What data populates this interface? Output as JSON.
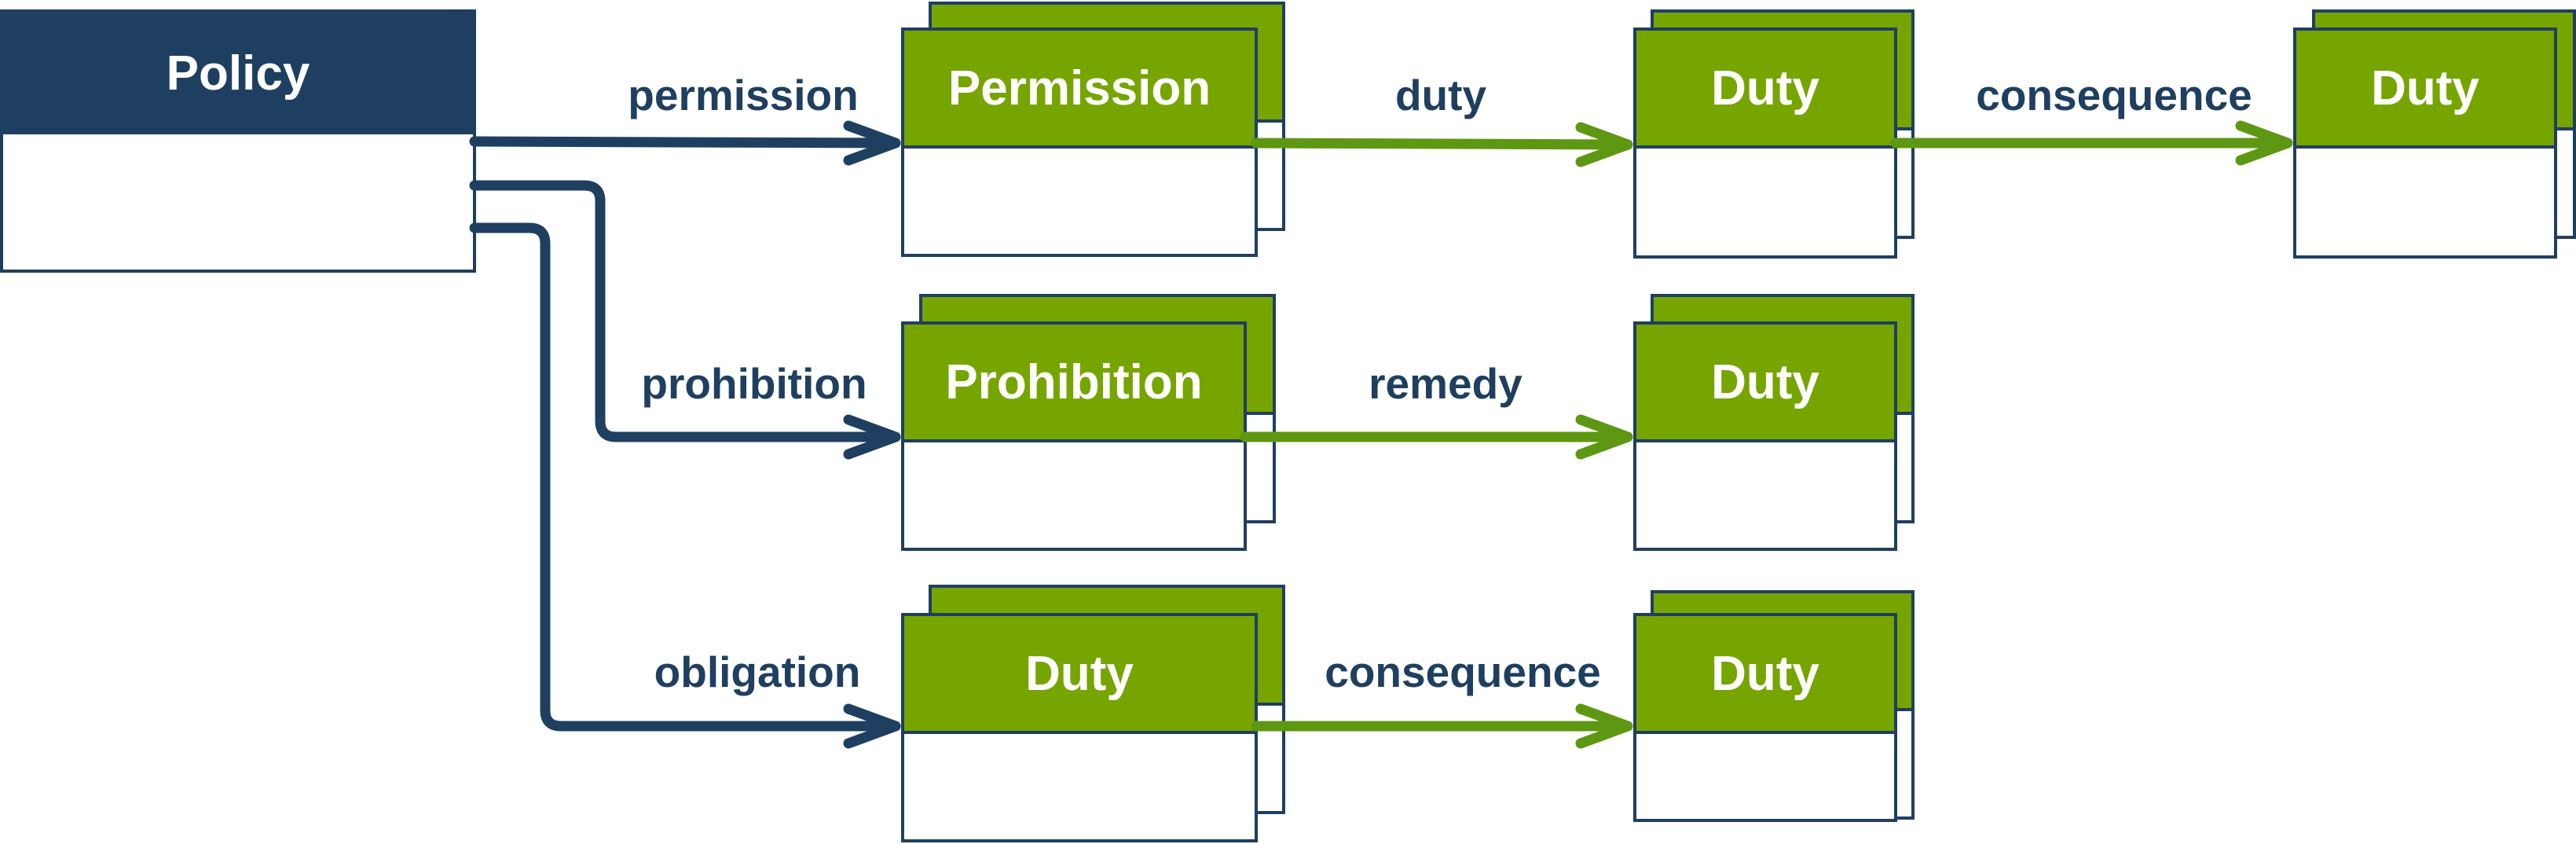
{
  "colors": {
    "policy_header": "#1f3f60",
    "rule_header": "#76a500",
    "policy_edge": "#1f3f60",
    "duty_edge": "#5e9712",
    "border": "#1f3f60",
    "label": "#1f3f60",
    "body_fill": "#ffffff"
  },
  "nodes": {
    "policy": {
      "title": "Policy",
      "kind": "policy-class"
    },
    "permission": {
      "title": "Permission",
      "kind": "stacked-class"
    },
    "permission_duty": {
      "title": "Duty",
      "kind": "stacked-class"
    },
    "permission_duty_consequence": {
      "title": "Duty",
      "kind": "stacked-class"
    },
    "prohibition": {
      "title": "Prohibition",
      "kind": "stacked-class"
    },
    "prohibition_remedy": {
      "title": "Duty",
      "kind": "stacked-class"
    },
    "obligation": {
      "title": "Duty",
      "kind": "stacked-class"
    },
    "obligation_consequence": {
      "title": "Duty",
      "kind": "stacked-class"
    }
  },
  "edges": {
    "permission": {
      "label": "permission",
      "from": "Policy",
      "to": "Permission"
    },
    "duty": {
      "label": "duty",
      "from": "Permission",
      "to": "Duty"
    },
    "consequence_top": {
      "label": "consequence",
      "from": "Duty",
      "to": "Duty"
    },
    "prohibition": {
      "label": "prohibition",
      "from": "Policy",
      "to": "Prohibition"
    },
    "remedy": {
      "label": "remedy",
      "from": "Prohibition",
      "to": "Duty"
    },
    "obligation": {
      "label": "obligation",
      "from": "Policy",
      "to": "Duty"
    },
    "consequence_bottom": {
      "label": "consequence",
      "from": "Duty",
      "to": "Duty"
    }
  }
}
